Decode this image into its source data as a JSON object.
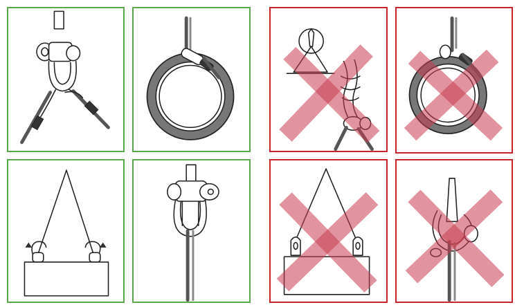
{
  "colors": {
    "correct_border": "#5aa84a",
    "incorrect_border": "#c8232c",
    "cross_mark": "#d94a5e"
  },
  "panels": [
    {
      "id": "multi-leg-sling-on-shackle",
      "status": "correct"
    },
    {
      "id": "thimble-eye-loop",
      "status": "correct"
    },
    {
      "id": "crossed-slings-on-hook",
      "status": "incorrect"
    },
    {
      "id": "eye-over-large-loop",
      "status": "incorrect"
    },
    {
      "id": "two-leg-sling-hooks-turned-out",
      "status": "correct"
    },
    {
      "id": "shackle-pin-on-eye",
      "status": "correct"
    },
    {
      "id": "two-leg-sling-hooks-turned-in",
      "status": "incorrect"
    },
    {
      "id": "shackle-side-loaded",
      "status": "incorrect"
    }
  ]
}
